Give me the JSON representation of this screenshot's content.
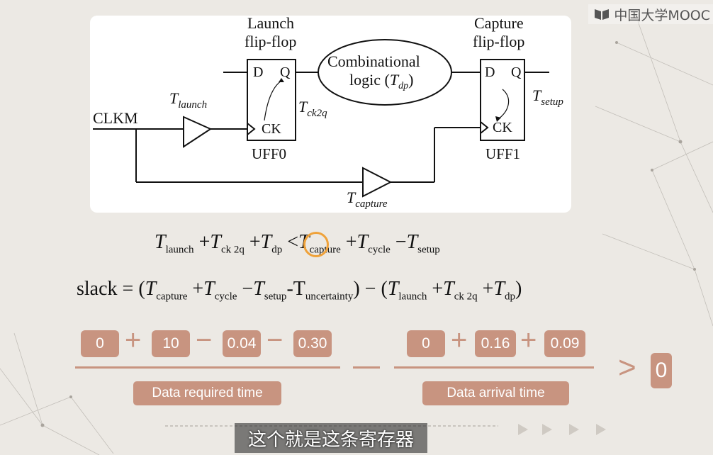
{
  "watermark": {
    "text": "中国大学MOOC"
  },
  "diagram": {
    "launch_title_line1": "Launch",
    "launch_title_line2": "flip-flop",
    "capture_title_line1": "Capture",
    "capture_title_line2": "flip-flop",
    "comb_line1": "Combinational",
    "comb_line2_pre": "logic (",
    "comb_line2_T": "T",
    "comb_line2_sub": "dp",
    "comb_line2_post": ")",
    "clk_label": "CLKM",
    "t_letter": "T",
    "t_launch_sub": "launch",
    "t_ck2q_sub": "ck2q",
    "t_setup_sub": "setup",
    "t_capture_sub": "capture",
    "pin_d": "D",
    "pin_q": "Q",
    "pin_ck": "CK",
    "ff0_name": "UFF0",
    "ff1_name": "UFF1"
  },
  "equation1": {
    "T": "T",
    "s1": "launch",
    "s2": "ck 2q",
    "s3": "dp",
    "s4": "capture",
    "s5": "cycle",
    "s6": "setup",
    "plus": "+",
    "minus": "−",
    "lt": "<"
  },
  "equation2": {
    "lhs": "slack = (",
    "T": "T",
    "s_capture": "capture",
    "s_cycle": "cycle",
    "s_setup": "setup",
    "s_unc_prefix": "-T",
    "s_unc": "uncertainty",
    "mid": ") − (",
    "s_launch": "launch",
    "s_ck2q": "ck 2q",
    "s_dp": "dp",
    "close": ")",
    "plus": "+",
    "minus": "−"
  },
  "calc": {
    "required_values": [
      "0",
      "10",
      "0.04",
      "0.30"
    ],
    "arrival_values": [
      "0",
      "0.16",
      "0.09"
    ],
    "op_plus": "+",
    "op_minus": "−",
    "op_gt": ">",
    "result": "0",
    "required_label": "Data required time",
    "arrival_label": "Data arrival time"
  },
  "subtitle": "这个就是这条寄存器",
  "colors": {
    "accent": "#c89480",
    "highlight_circle": "#efa23a",
    "background": "#ece9e4"
  }
}
